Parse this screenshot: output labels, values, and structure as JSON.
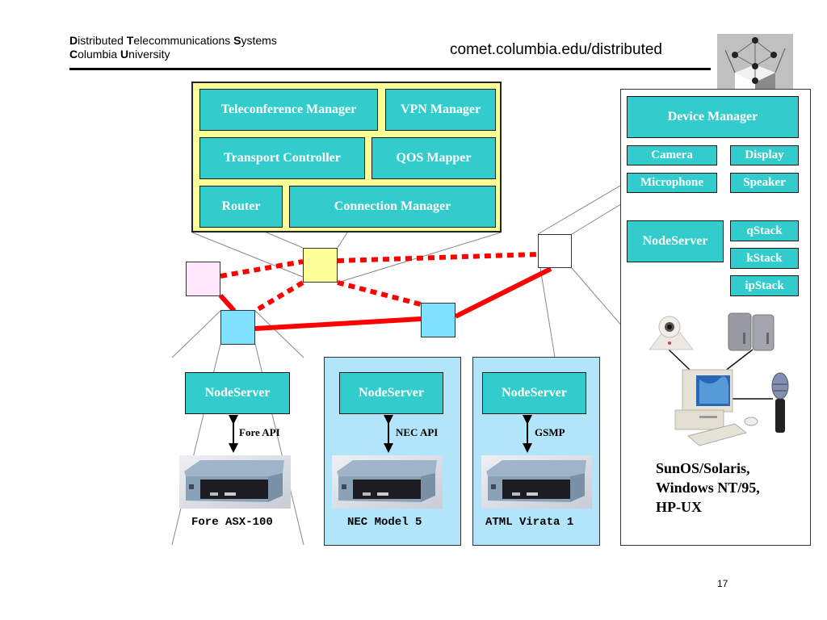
{
  "header": {
    "org_line1": [
      {
        "initial": "D",
        "rest": "istributed "
      },
      {
        "initial": "T",
        "rest": "elecommunications "
      },
      {
        "initial": "S",
        "rest": "ystems"
      }
    ],
    "org_line2": [
      {
        "initial": "C",
        "rest": "olumbia "
      },
      {
        "initial": "U",
        "rest": "niversity"
      }
    ],
    "url": "comet.columbia.edu/distributed",
    "logo_icon": "network-box-logo-icon"
  },
  "control_panel": {
    "modules": [
      "Teleconference Manager",
      "VPN Manager",
      "Transport Controller",
      "QOS Mapper",
      "Router",
      "Connection Manager"
    ]
  },
  "host_panel": {
    "device_manager": "Device Manager",
    "devices": [
      "Camera",
      "Display",
      "Microphone",
      "Speaker"
    ],
    "nodeserver": "NodeServer",
    "stacks": [
      "qStack",
      "kStack",
      "ipStack"
    ],
    "peripherals": [
      "camera-icon",
      "speakers-icon",
      "computer-icon",
      "microphone-icon"
    ],
    "os_lines": [
      "SunOS/Solaris,",
      "Windows NT/95,",
      "HP-UX"
    ]
  },
  "switches": [
    {
      "nodeserver": "NodeServer",
      "api": "Fore API",
      "device": "Fore ASX-100"
    },
    {
      "nodeserver": "NodeServer",
      "api": "NEC API",
      "device": "NEC Model 5"
    },
    {
      "nodeserver": "NodeServer",
      "api": "GSMP",
      "device": "ATML Virata 1"
    }
  ],
  "network": {
    "nodes": [
      {
        "id": "pink",
        "color": "#ffe6fa"
      },
      {
        "id": "yellow",
        "color": "#ffff99"
      },
      {
        "id": "white",
        "color": "#ffffff"
      },
      {
        "id": "blue-left",
        "color": "#80e0ff"
      },
      {
        "id": "blue-mid",
        "color": "#80e0ff"
      }
    ],
    "link_color": "#ff0000"
  },
  "colors": {
    "module_fill": "#33cccc",
    "panel_yellow": "#ffff99",
    "panel_light_blue": "#b3e5fa"
  },
  "page_number": "17"
}
